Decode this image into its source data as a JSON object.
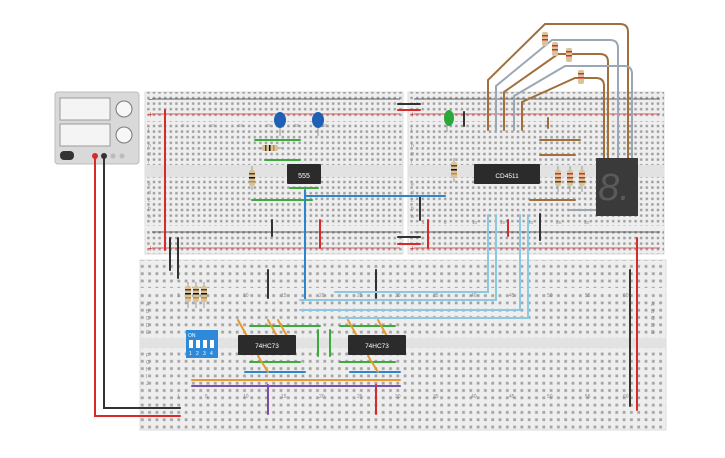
{
  "chips": {
    "timer": "555",
    "decoder": "CD4511",
    "flipflop_a": "74HC73",
    "flipflop_b": "74HC73"
  },
  "dip_switch": {
    "label": "ON",
    "positions": [
      "1",
      "2",
      "3",
      "4"
    ]
  },
  "display": {
    "digit": "8."
  },
  "breadboard_top": {
    "column_numbers": [
      "1",
      "5",
      "10",
      "15",
      "20",
      "25",
      "30"
    ],
    "row_letters_upper": [
      "j",
      "i",
      "h",
      "g",
      "f"
    ],
    "row_letters_lower": [
      "e",
      "d",
      "c",
      "b",
      "a"
    ]
  },
  "breadboard_bottom": {
    "column_numbers": [
      "1",
      "5",
      "10",
      "15",
      "20",
      "25",
      "30",
      "35",
      "40",
      "45",
      "50",
      "55",
      "60"
    ],
    "row_letters_upper": [
      "A",
      "B",
      "C",
      "D",
      "E"
    ],
    "row_letters_lower": [
      "F",
      "G",
      "H",
      "I",
      "J"
    ]
  },
  "rail_signs": {
    "plus": "+",
    "minus": "−"
  },
  "colors": {
    "board": "#eeeeee",
    "wire_red": "#d62b2b",
    "wire_black": "#333333",
    "wire_green": "#3daa3d",
    "wire_blue": "#2d86c9",
    "wire_lightblue": "#8cc8e0",
    "wire_brown": "#a0703a",
    "wire_orange": "#e69a2e",
    "wire_purple": "#7b4fa8",
    "led_green": "#2aa83a",
    "cap_blue": "#1f5fb4",
    "chip": "#2b2b2b",
    "dip": "#2e8ad8"
  }
}
